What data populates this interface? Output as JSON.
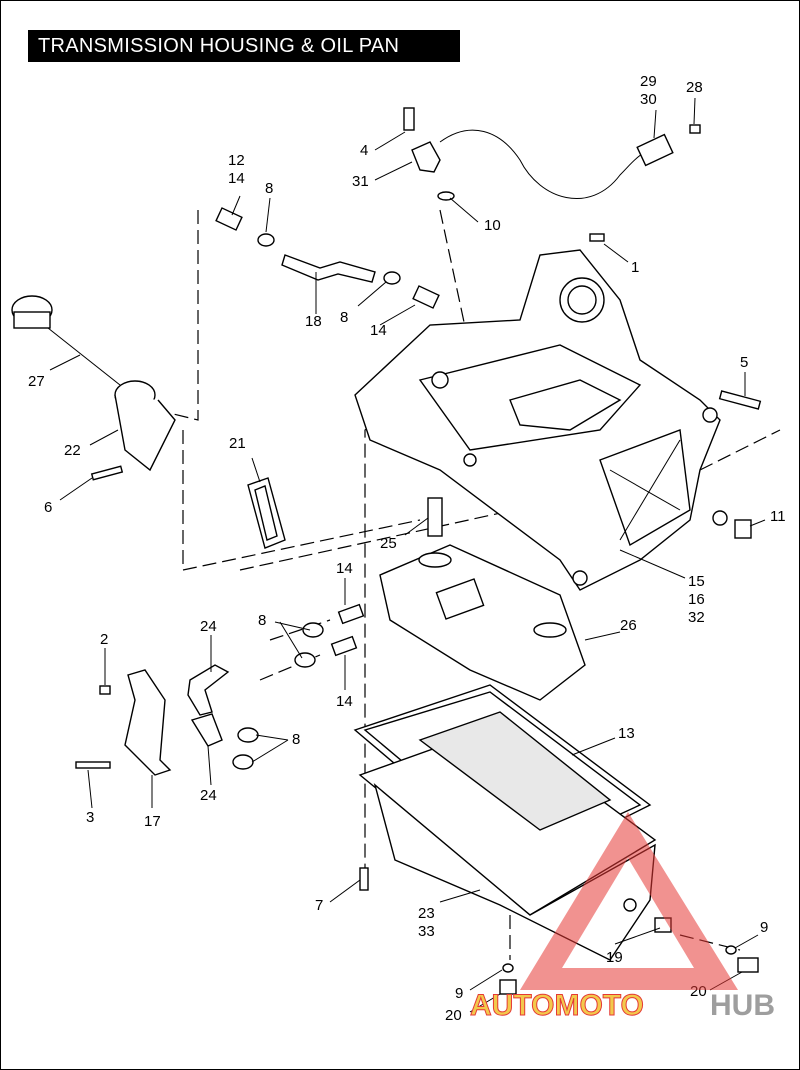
{
  "title": "TRANSMISSION HOUSING & OIL PAN",
  "callouts": {
    "c1": "1",
    "c2": "2",
    "c3": "3",
    "c4": "4",
    "c5": "5",
    "c6": "6",
    "c7": "7",
    "c8a": "8",
    "c8b": "8",
    "c8c": "8",
    "c8d": "8",
    "c9a": "9",
    "c9b": "9",
    "c10": "10",
    "c11": "11",
    "c12": "12",
    "c13": "13",
    "c14a": "14",
    "c14b": "14",
    "c14c": "14",
    "c14d": "14",
    "c15": "15",
    "c16": "16",
    "c17": "17",
    "c18": "18",
    "c19": "19",
    "c20a": "20",
    "c20b": "20",
    "c21": "21",
    "c22": "22",
    "c23": "23",
    "c24a": "24",
    "c24b": "24",
    "c25": "25",
    "c26": "26",
    "c27": "27",
    "c28": "28",
    "c29": "29",
    "c30": "30",
    "c31": "31",
    "c32": "32",
    "c33": "33"
  },
  "watermark": {
    "part1": "AUTOMOTO",
    "part2": "HUB",
    "accent": "#e53935",
    "secondary": "#9e9e9e"
  }
}
